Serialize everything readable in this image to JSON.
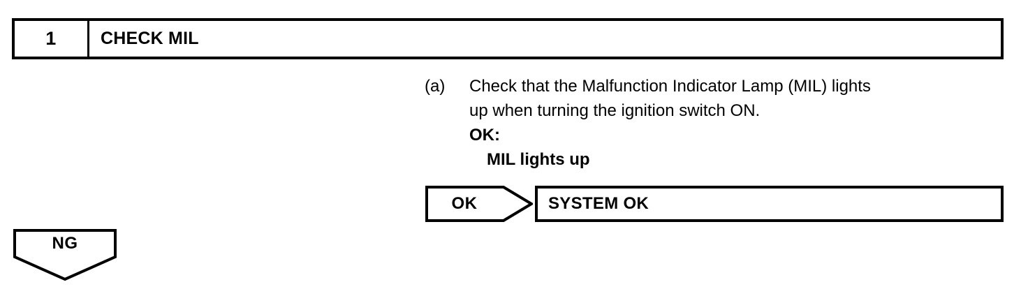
{
  "step_header": {
    "number": "1",
    "title": "CHECK MIL"
  },
  "instruction": {
    "marker": "(a)",
    "lines": [
      "Check that the Malfunction Indicator Lamp (MIL) lights",
      "up when turning the ignition switch ON."
    ],
    "ok_label": "OK:",
    "ok_condition": "MIL lights up"
  },
  "results": {
    "ok_flag_label": "OK",
    "ok_outcome_label": "SYSTEM OK",
    "ng_flag_label": "NG"
  },
  "colors": {
    "ink": "#000000",
    "background": "#ffffff"
  }
}
